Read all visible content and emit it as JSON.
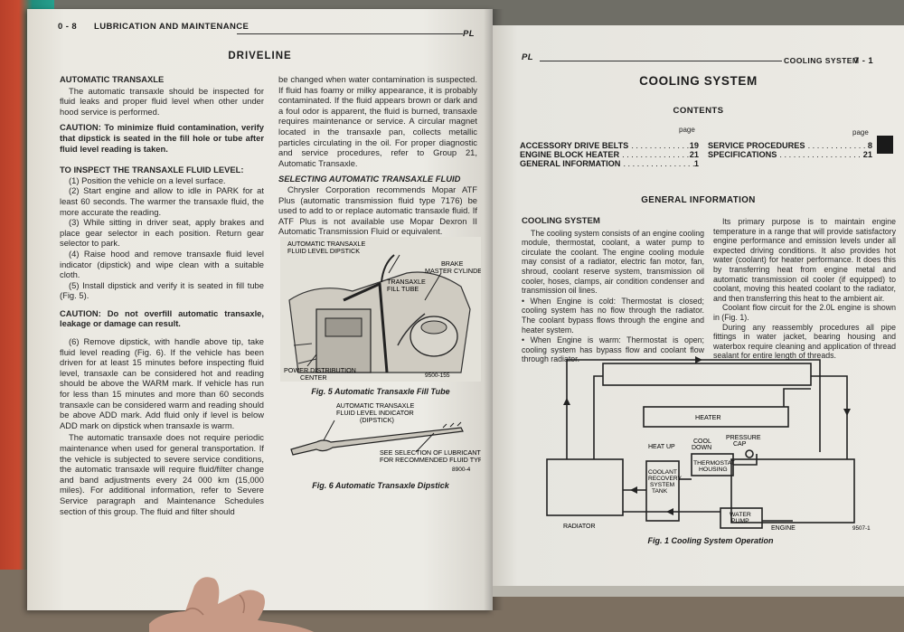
{
  "left_page": {
    "header_page_no": "0 - 8",
    "header_title": "LUBRICATION AND MAINTENANCE",
    "header_code": "PL",
    "section_title": "DRIVELINE",
    "sub1": "AUTOMATIC TRANSAXLE",
    "p1": "The automatic transaxle should be inspected for fluid leaks and proper fluid level when other under hood service is performed.",
    "caution1": "CAUTION: To minimize fluid contamination, verify that dipstick is seated in the fill hole or tube after fluid level reading is taken.",
    "sub2": "TO INSPECT THE TRANSAXLE FLUID LEVEL:",
    "s1": "(1) Position the vehicle on a level surface.",
    "s2": "(2) Start engine and allow to idle in PARK for at least 60 seconds. The warmer the transaxle fluid, the more accurate the reading.",
    "s3": "(3) While sitting in driver seat, apply brakes and place gear selector in each position. Return gear selector to park.",
    "s4": "(4) Raise hood and remove transaxle fluid level indicator (dipstick) and wipe clean with a suitable cloth.",
    "s5": "(5) Install dipstick and verify it is seated in fill tube (Fig. 5).",
    "caution2": "CAUTION: Do not overfill automatic transaxle, leakage or damage can result.",
    "s6": "(6) Remove dipstick, with handle above tip, take fluid level reading (Fig. 6). If the vehicle has been driven for at least 15 minutes before inspecting fluid level, transaxle can be considered hot and reading should be above the WARM mark. If vehicle has run for less than 15 minutes and more than 60 seconds transaxle can be considered warm and reading should be above ADD mark. Add fluid only if level is below ADD mark on dipstick when transaxle is warm.",
    "p2": "The automatic transaxle does not require periodic maintenance when used for general transportation. If the vehicle is subjected to severe service conditions, the automatic transaxle will require fluid/filter change and band adjustments every 24 000 km (15,000 miles). For additional information, refer to Severe Service paragraph and Maintenance Schedules section of this group. The fluid and filter should",
    "col2_p1": "be changed when water contamination is suspected. If fluid has foamy or milky appearance, it is probably contaminated. If the fluid appears brown or dark and a foul odor is apparent, the fluid is burned, transaxle requires maintenance or service. A circular magnet located in the transaxle pan, collects metallic particles circulating in the oil. For proper diagnostic and service procedures, refer to Group 21, Automatic Transaxle.",
    "col2_sub": "SELECTING AUTOMATIC TRANSAXLE FLUID",
    "col2_p2": "Chrysler Corporation recommends Mopar ATF Plus (automatic transmission fluid type 7176) be used to add to or replace automatic transaxle fluid. If ATF Plus is not available use Mopar Dexron II Automatic Transmission Fluid or equivalent.",
    "fig5": {
      "label_dipstick": "AUTOMATIC TRANSAXLE",
      "label_dipstick2": "FLUID LEVEL DIPSTICK",
      "label_brake": "BRAKE",
      "label_brake2": "MASTER CYLINDER",
      "label_tube": "TRANSAXLE",
      "label_tube2": "FILL TUBE",
      "label_pdc": "POWER DISTRIBUTION",
      "label_pdc2": "CENTER",
      "code": "9500-155",
      "caption": "Fig. 5 Automatic Transaxle Fill Tube"
    },
    "fig6": {
      "label_ind": "AUTOMATIC TRANSAXLE",
      "label_ind2": "FLUID LEVEL INDICATOR",
      "label_ind3": "(DIPSTICK)",
      "label_see": "SEE SELECTION OF LUBRICANT",
      "label_see2": "FOR RECOMMENDED FLUID TYPE",
      "code": "8900-4",
      "caption": "Fig. 6 Automatic Transaxle Dipstick"
    }
  },
  "right_page": {
    "header_code": "PL",
    "header_title": "COOLING SYSTEM",
    "header_page_no": "7 - 1",
    "title": "COOLING SYSTEM",
    "contents": "CONTENTS",
    "page_label": "page",
    "toc_left": [
      {
        "label": "ACCESSORY DRIVE BELTS",
        "page": "19"
      },
      {
        "label": "ENGINE BLOCK HEATER",
        "page": "21"
      },
      {
        "label": "GENERAL INFORMATION",
        "page": "1"
      }
    ],
    "toc_right": [
      {
        "label": "SERVICE PROCEDURES",
        "page": "8"
      },
      {
        "label": "SPECIFICATIONS",
        "page": "21"
      }
    ],
    "general_info": "GENERAL INFORMATION",
    "sub": "COOLING SYSTEM",
    "p1": "The cooling system consists of an engine cooling module, thermostat, coolant, a water pump to circulate the coolant. The engine cooling module may consist of a radiator, electric fan motor, fan, shroud, coolant reserve system, transmission oil cooler, hoses, clamps, air condition condenser and transmission oil lines.",
    "b1": "• When Engine is cold: Thermostat is closed; cooling system has no flow through the radiator. The coolant bypass flows through the engine and heater system.",
    "b2": "• When Engine is warm: Thermostat is open; cooling system has bypass flow and coolant flow through radiator.",
    "col2_p1": "Its primary purpose is to maintain engine temperature in a range that will provide satisfactory engine performance and emission levels under all expected driving conditions. It also provides hot water (coolant) for heater performance. It does this by transferring heat from engine metal and automatic transmission oil cooler (if equipped) to coolant, moving this heated coolant to the radiator, and then transferring this heat to the ambient air.",
    "col2_p2": "Coolant flow circuit for the 2.0L engine is shown in (Fig. 1).",
    "col2_p3": "During any reassembly procedures all pipe fittings in water jacket, bearing housing and waterbox require cleaning and application of thread sealant for entire length of threads.",
    "fig1": {
      "heater": "HEATER",
      "heat_up": "HEAT UP",
      "cool_down": "COOL",
      "cool_down2": "DOWN",
      "pressure_cap": "PRESSURE",
      "pressure_cap2": "CAP",
      "thermostat": "THERMOSTAT",
      "thermostat2": "HOUSING",
      "coolant": "COOLANT",
      "coolant2": "RECOVERY",
      "coolant3": "SYSTEM",
      "coolant4": "TANK",
      "water_pump": "WATER",
      "water_pump2": "PUMP",
      "radiator": "RADIATOR",
      "engine": "ENGINE",
      "code": "9507-1",
      "caption": "Fig. 1 Cooling System Operation"
    }
  }
}
